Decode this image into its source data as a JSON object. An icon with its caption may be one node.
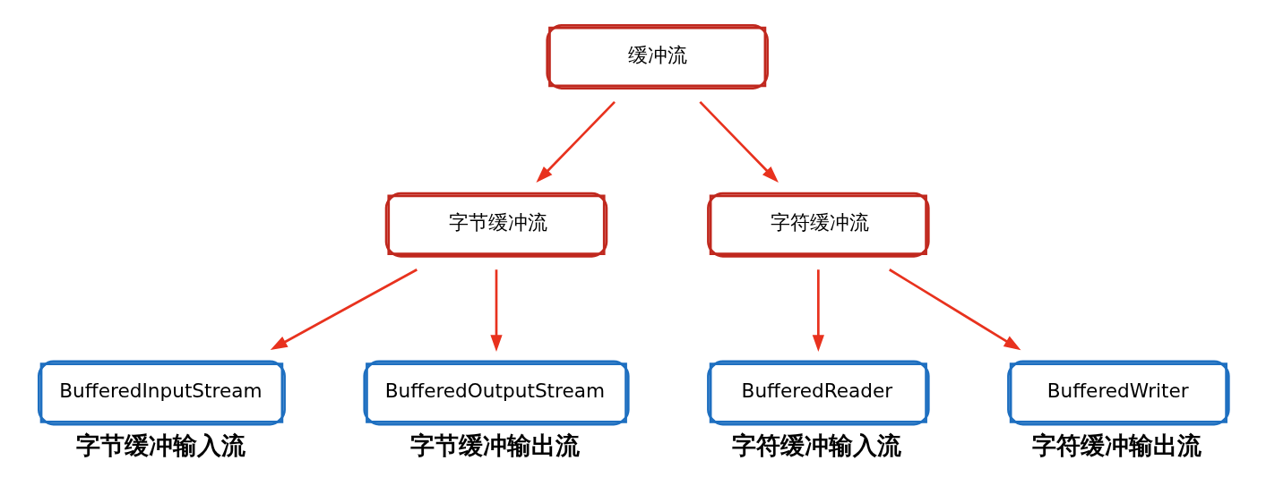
{
  "diagram": {
    "nodes": [
      {
        "text": [
          "缓冲流"
        ]
      },
      {
        "text": [
          "字节缓冲流"
        ]
      },
      {
        "text": [
          "字符缓冲流"
        ]
      },
      {
        "text": [
          "BufferedInputStream"
        ],
        "beside": [
          "字节缓冲输入流"
        ]
      },
      {
        "text": [
          "BufferedOutputStream"
        ],
        "beside": [
          "字节缓冲输出流"
        ]
      },
      {
        "text": [
          "BufferedReader"
        ],
        "beside": [
          "字符缓冲输入流"
        ]
      },
      {
        "text": [
          "BufferedWriter"
        ],
        "beside": [
          "字符缓冲输出流"
        ]
      }
    ],
    "edges": [
      {
        "from": 0,
        "to": 1,
        "arrow": "to"
      },
      {
        "from": 0,
        "to": 2,
        "arrow": "to"
      },
      {
        "from": 1,
        "to": 3,
        "arrow": "to"
      },
      {
        "from": 1,
        "to": 4,
        "arrow": "to"
      },
      {
        "from": 2,
        "to": 5,
        "arrow": "to"
      },
      {
        "from": 2,
        "to": 6,
        "arrow": "to"
      }
    ]
  }
}
